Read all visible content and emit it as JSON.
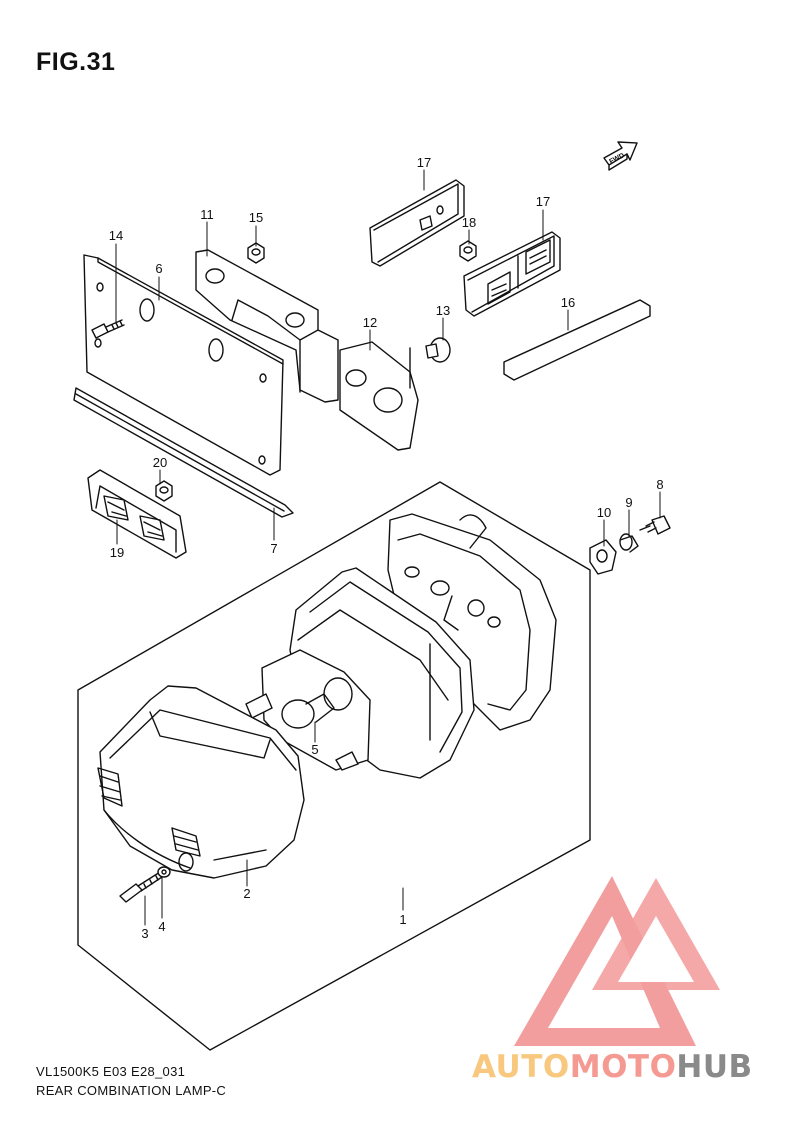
{
  "figure": {
    "title": "FIG.31",
    "model_code": "VL1500K5 E03 E28_031",
    "section_name": "REAR COMBINATION LAMP-C",
    "fwd_label": "FWD"
  },
  "callouts": [
    {
      "num": "1"
    },
    {
      "num": "2"
    },
    {
      "num": "3"
    },
    {
      "num": "4"
    },
    {
      "num": "5"
    },
    {
      "num": "6"
    },
    {
      "num": "7"
    },
    {
      "num": "8"
    },
    {
      "num": "9"
    },
    {
      "num": "10"
    },
    {
      "num": "11"
    },
    {
      "num": "12"
    },
    {
      "num": "13"
    },
    {
      "num": "14"
    },
    {
      "num": "15"
    },
    {
      "num": "16"
    },
    {
      "num": "17"
    },
    {
      "num": "17"
    },
    {
      "num": "18"
    },
    {
      "num": "19"
    },
    {
      "num": "20"
    }
  ],
  "watermark": {
    "part1": "AUTO",
    "part2": "MOTO",
    "part3": "HUB",
    "color_light": "#f7c87e",
    "color_mid": "#f59a93",
    "color_dark": "#8a8a8a",
    "logo_color": "#f28e8e"
  }
}
